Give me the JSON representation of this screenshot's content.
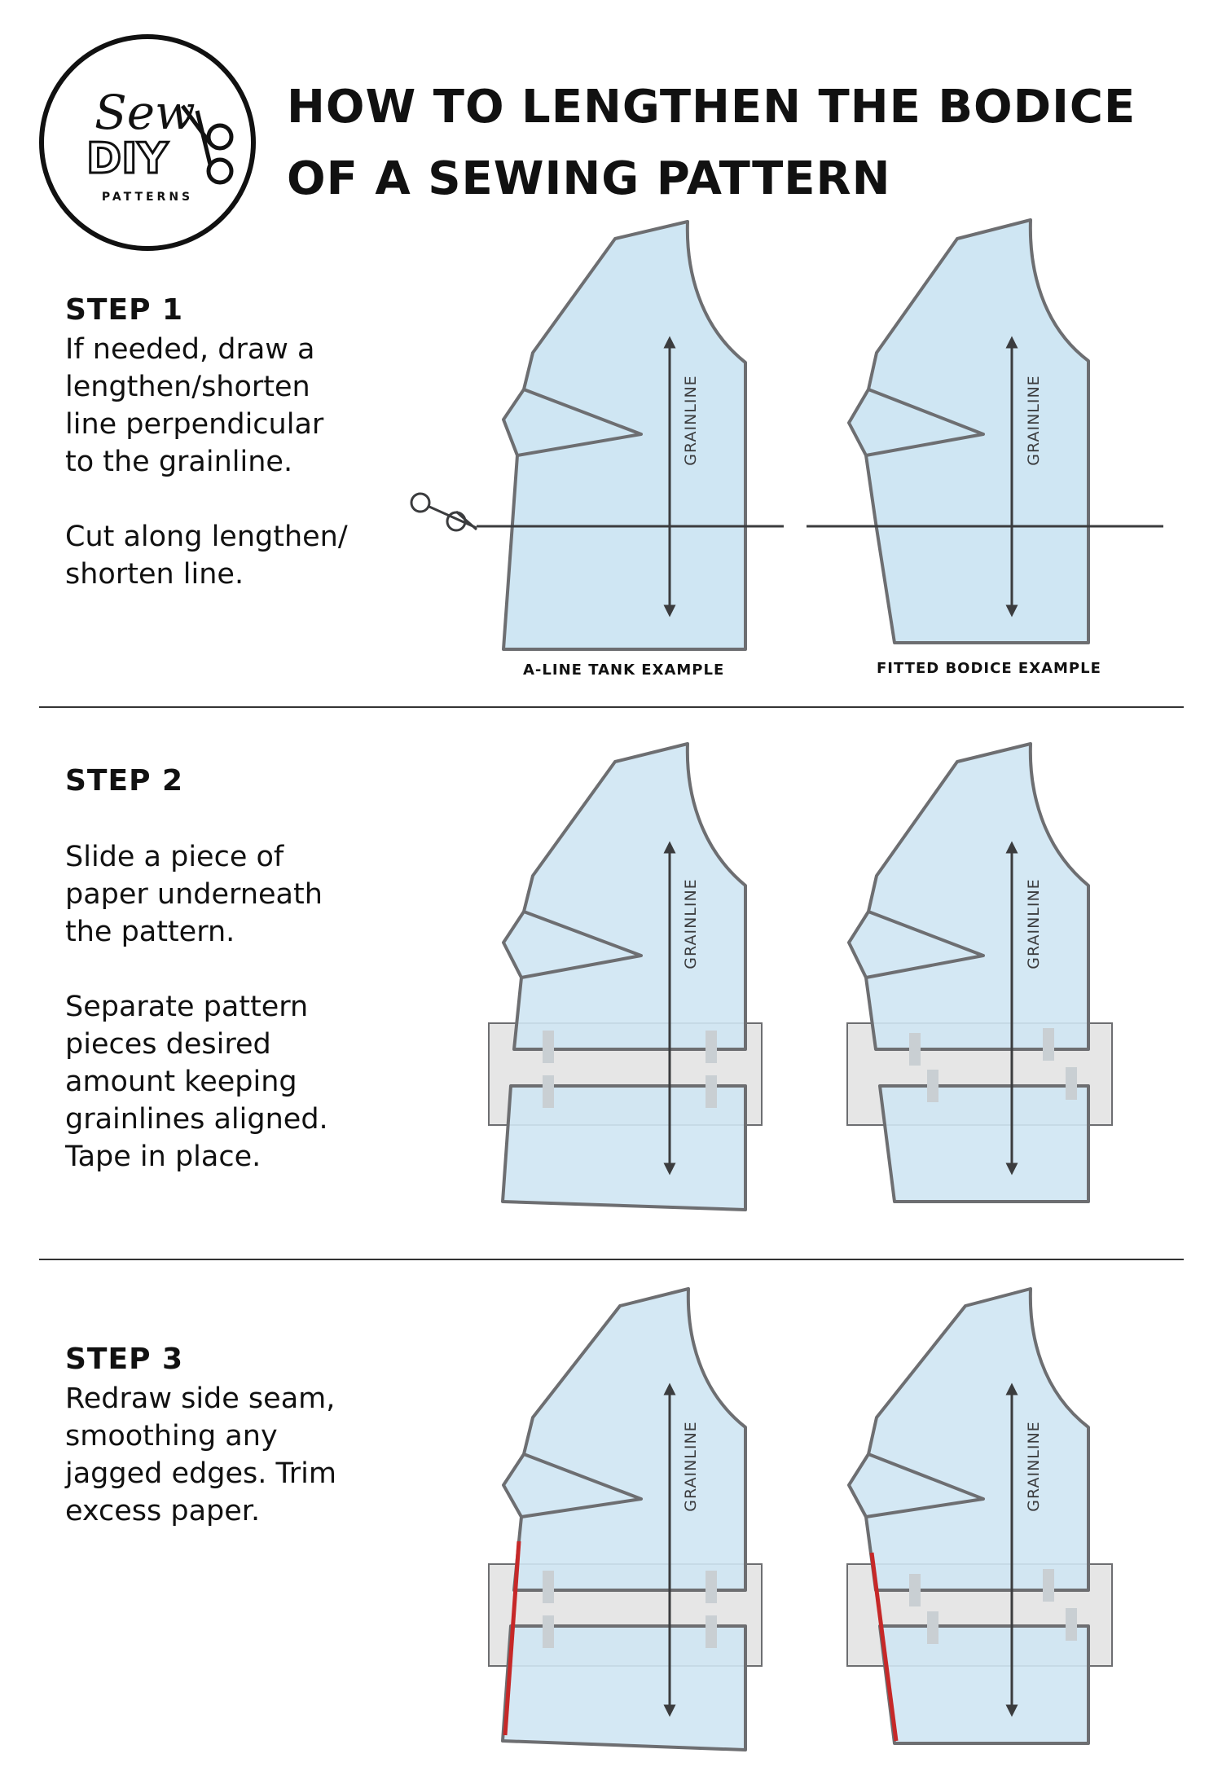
{
  "logo": {
    "script_text": "Sew",
    "diy_text": "DIY",
    "sub_text": "PATTERNS",
    "icon": "scissors-icon"
  },
  "title": {
    "line1": "HOW TO LENGTHEN THE BODICE",
    "line2": "OF A SEWING PATTERN"
  },
  "steps": [
    {
      "heading": "STEP 1",
      "text": "If needed, draw a\nlengthen/shorten\nline perpendicular\nto the grainline.\n\nCut along lengthen/\nshorten line."
    },
    {
      "heading": "STEP 2",
      "text": "Slide a piece of\npaper underneath\nthe pattern.\n\nSeparate pattern\npieces desired\namount keeping\ngrainlines aligned.\nTape in place."
    },
    {
      "heading": "STEP 3",
      "text": "Redraw side seam,\nsmoothing any\njagged edges. Trim\nexcess paper."
    }
  ],
  "grainline_label": "GRAINLINE",
  "captions": {
    "aline": "A-LINE TANK EXAMPLE",
    "fitted": "FITTED BODICE EXAMPLE"
  },
  "colors": {
    "pattern_fill": "#cfe6f3",
    "pattern_stroke": "#6d6e71",
    "paper": "#e6e6e6",
    "tape": "#c9cfd3",
    "redraw": "#c62828",
    "text": "#111111"
  }
}
